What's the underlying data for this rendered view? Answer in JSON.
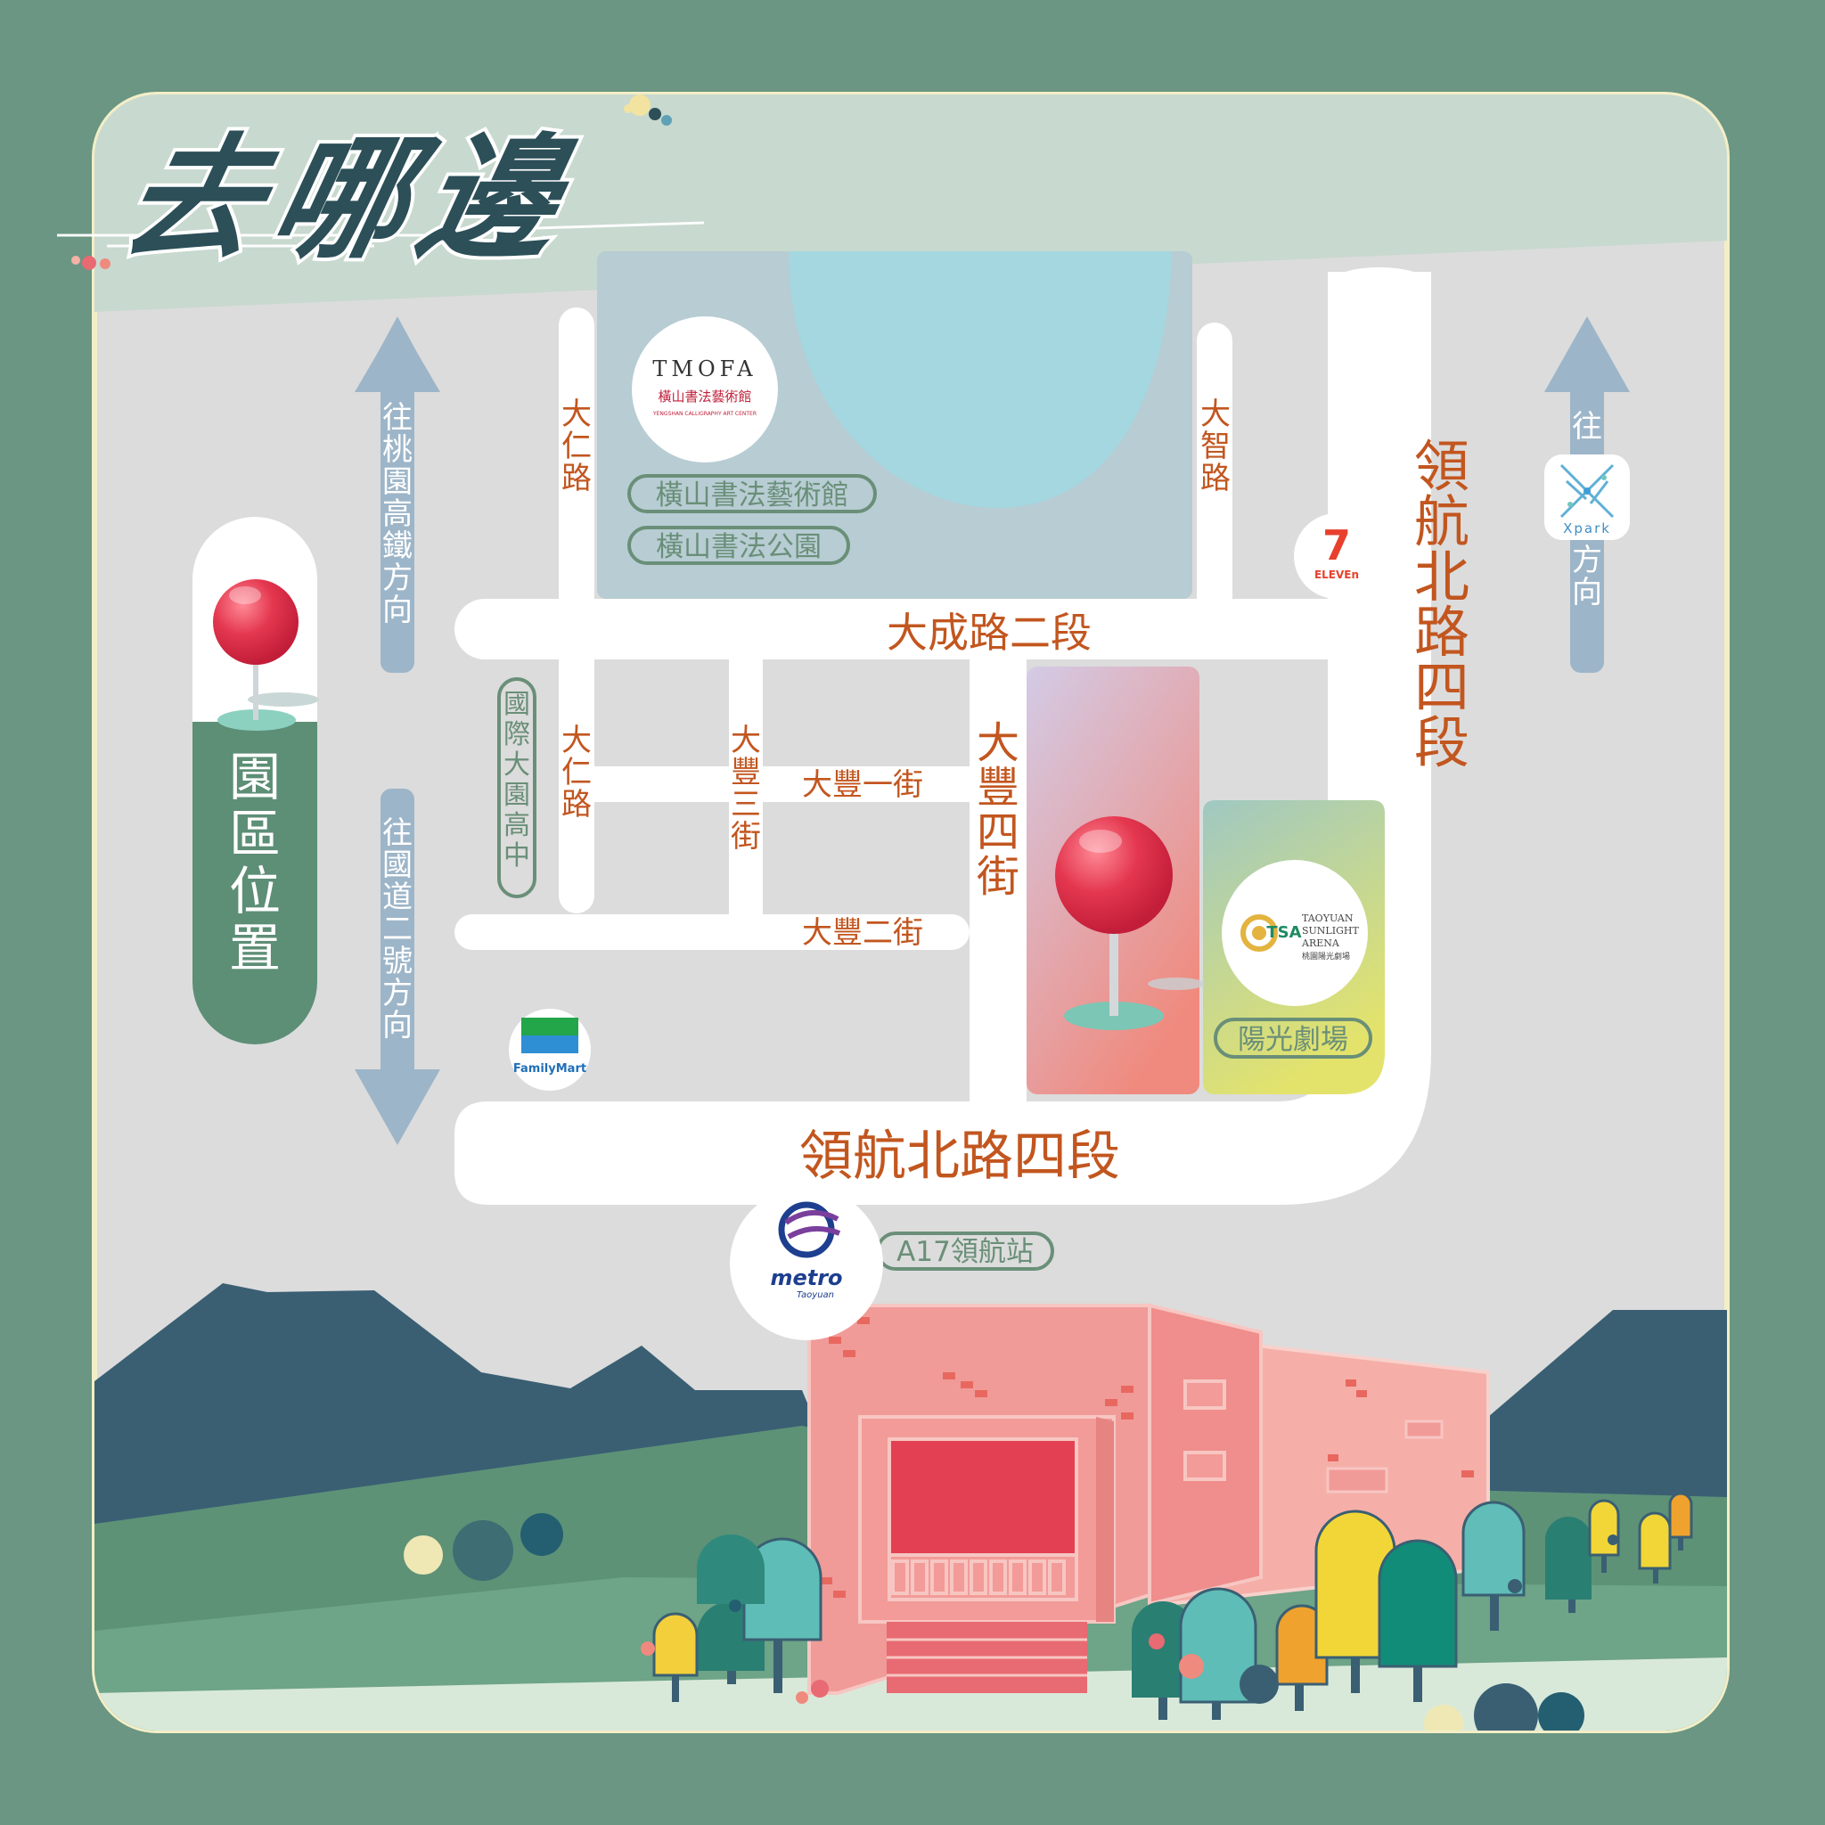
{
  "title": "去哪邊",
  "side_panel": {
    "label": "園區位置"
  },
  "roads": {
    "dacheng_rd": "大成路二段",
    "lingnhang_north_rd_vertical": "領航北路四段",
    "lingnhang_north_rd_horizontal": "領航北路四段",
    "daren_rd_top": "大仁路",
    "daren_rd_mid": "大仁路",
    "dazhi_rd": "大智路",
    "dafeng_3rd_st": "大豐三街",
    "dafeng_1st_st": "大豐一街",
    "dafeng_2nd_st": "大豐二街",
    "dafeng_4th_st": "大豐四街"
  },
  "directions": {
    "hsr": "往桃園高鐵方向",
    "freeway": "往國道二號方向",
    "xpark_top": "往",
    "xpark_bottom": "方向"
  },
  "landmarks": {
    "tmofa_label": "橫山書法藝術館",
    "park_label": "橫山書法公園",
    "school_label": "國際大園高中",
    "arena_label": "陽光劇場",
    "metro_station": "A17領航站"
  },
  "logos": {
    "tmofa": {
      "text": "TMOFA",
      "sub": "橫山書法藝術館",
      "en": "YENGSHAN CALLIGRAPHY ART CENTER"
    },
    "seven_eleven": {
      "text": "ELEVEn",
      "num": "7"
    },
    "xpark": {
      "text": "Xpark"
    },
    "familymart": {
      "text": "FamilyMart"
    },
    "metro": {
      "text": "metro",
      "sub": "Taoyuan"
    },
    "arena": {
      "line1": "TAOYUAN",
      "line2": "SUNLIGHT",
      "line3": "ARENA",
      "cn": "桃園陽光劇場",
      "mark": "TSA"
    }
  },
  "colors": {
    "frame": "#6a9683",
    "road": "#ffffff",
    "ground": "#dcdcdc",
    "road_text": "#c2561f",
    "label_border": "#6a8f78",
    "arrow": "#9db5c8",
    "pin_red": "#e4374f",
    "mountain": "#3a5f73",
    "hill": "#5d9277",
    "building": "#f19b99"
  }
}
